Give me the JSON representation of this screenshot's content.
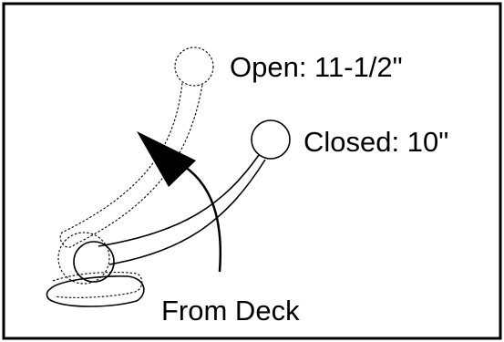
{
  "labels": {
    "open": "Open: 11-1/2\"",
    "closed": "Closed: 10\"",
    "from_deck": "From Deck"
  },
  "colors": {
    "stroke": "#000000",
    "background": "#ffffff"
  }
}
